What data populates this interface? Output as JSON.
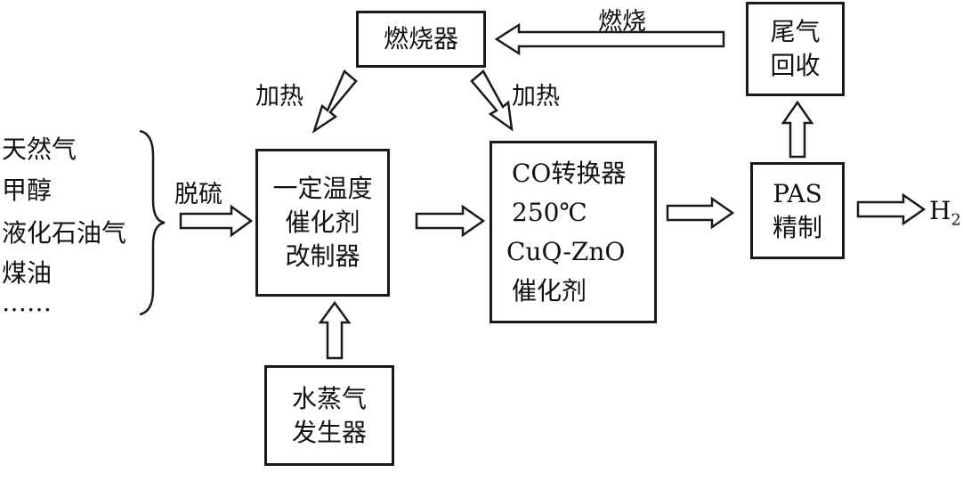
{
  "sources": {
    "items": [
      "天然气",
      "甲醇",
      "液化石油气",
      "煤油",
      "……"
    ]
  },
  "labels": {
    "desulfurize": "脱硫",
    "heat_left": "加热",
    "heat_right": "加热",
    "burn": "燃烧",
    "h2_main": "H",
    "h2_sub": "2"
  },
  "boxes": {
    "burner": [
      "燃烧器"
    ],
    "tail_gas": [
      "尾气",
      "回收"
    ],
    "reformer": [
      "一定温度",
      "催化剂",
      "改制器"
    ],
    "co_converter": [
      "CO转换器",
      "250℃",
      "CuQ-ZnO",
      "催化剂"
    ],
    "pas": [
      "PAS",
      "精制"
    ],
    "steam": [
      "水蒸气",
      "发生器"
    ]
  }
}
